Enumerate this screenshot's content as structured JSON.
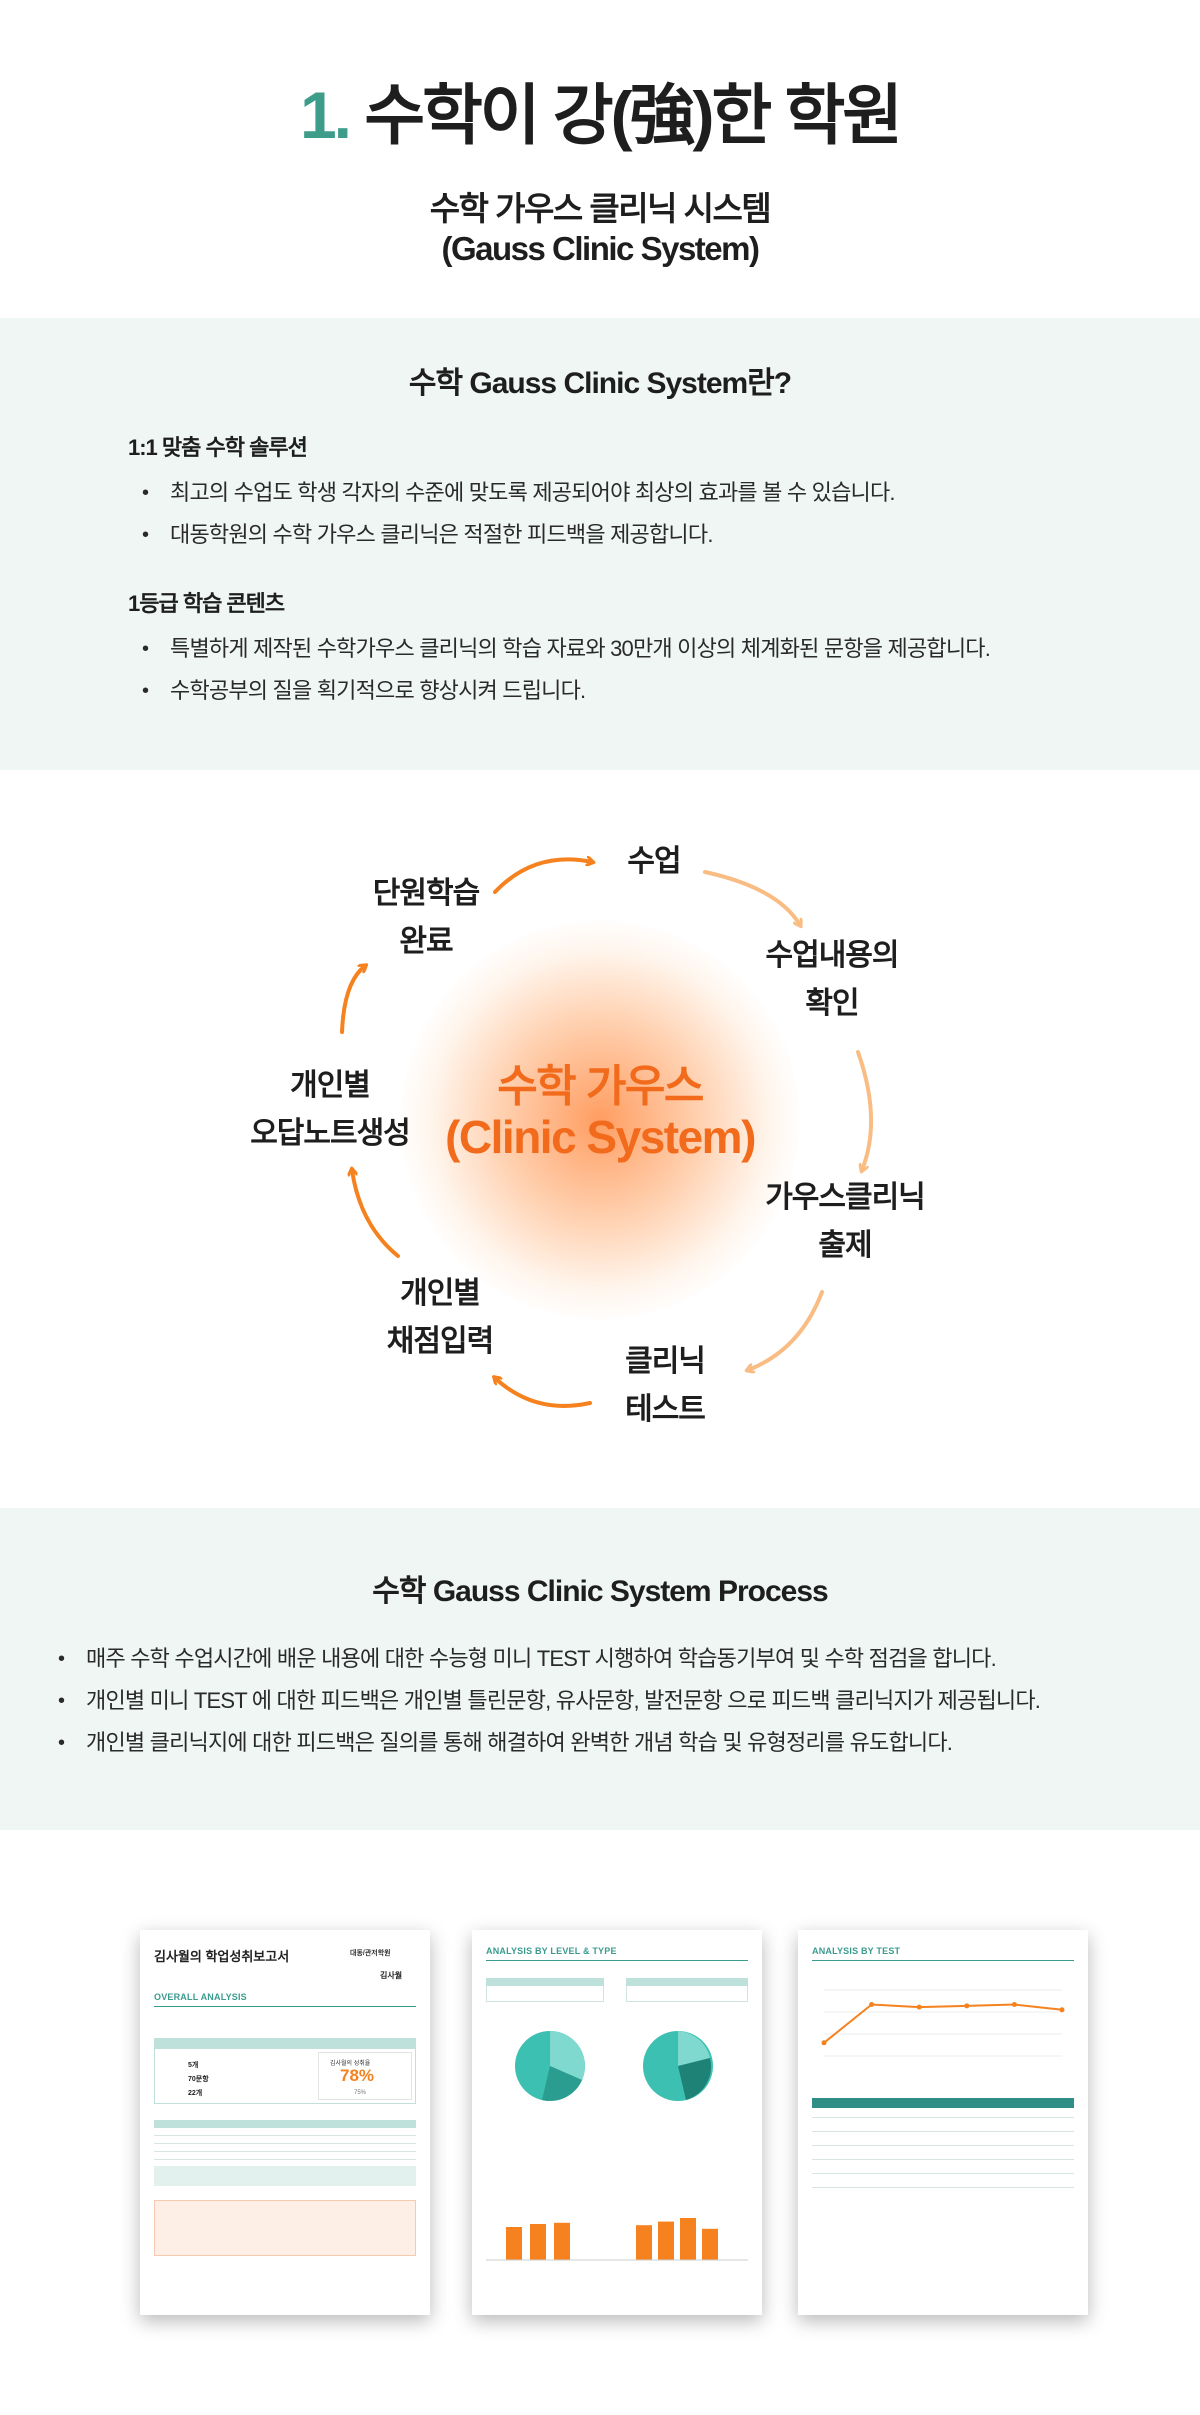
{
  "hero": {
    "number": "1.",
    "title": "수학이 강(強)한 학원",
    "subtitle_line1": "수학 가우스 클리닉 시스템",
    "subtitle_line2": "(Gauss Clinic System)",
    "accent_color": "#3e9d8a"
  },
  "intro": {
    "heading": "수학 Gauss Clinic System란?",
    "groups": [
      {
        "title": "1:1 맞춤 수학 솔루션",
        "items": [
          "최고의 수업도 학생 각자의 수준에 맞도록 제공되어야 최상의 효과를 볼 수 있습니다.",
          "대동학원의 수학 가우스 클리닉은 적절한 피드백을 제공합니다."
        ]
      },
      {
        "title": "1등급 학습 콘텐츠",
        "items": [
          "특별하게 제작된 수학가우스 클리닉의 학습 자료와 30만개 이상의 체계화된 문항을 제공합니다.",
          "수학공부의 질을 획기적으로 향상시켜 드립니다."
        ]
      }
    ]
  },
  "cycle": {
    "center_line1": "수학 가우스",
    "center_line2": "(Clinic System)",
    "accent_color": "#f26a1b",
    "steps": [
      {
        "line1": "수업",
        "line2": ""
      },
      {
        "line1": "수업내용의",
        "line2": "확인"
      },
      {
        "line1": "가우스클리닉",
        "line2": "출제"
      },
      {
        "line1": "클리닉",
        "line2": "테스트"
      },
      {
        "line1": "개인별",
        "line2": "채점입력"
      },
      {
        "line1": "개인별",
        "line2": "오답노트생성"
      },
      {
        "line1": "단원학습",
        "line2": "완료"
      }
    ]
  },
  "process": {
    "heading": "수학 Gauss Clinic System Process",
    "items": [
      "매주 수학 수업시간에 배운 내용에 대한 수능형 미니 TEST 시행하여 학습동기부여 및 수학 점검을 합니다.",
      "개인별 미니 TEST 에 대한 피드백은 개인별 틀린문항, 유사문항, 발전문항 으로 피드백 클리닉지가 제공됩니다.",
      "개인별 클리닉지에 대한 피드백은 질의를 통해 해결하여 완벽한 개념 학습 및 유형정리를 유도합니다."
    ]
  },
  "reports": {
    "report1": {
      "title": "김사월의 학업성취보고서",
      "academy": "대동/관저학원",
      "name": "김사월",
      "section": "OVERALL ANALYSIS",
      "score_label": "김사월의 성취율",
      "score": "78%",
      "avg": "75%",
      "count1": "5개",
      "count2": "70문항",
      "count3": "22개"
    },
    "report2": {
      "section": "ANALYSIS BY LEVEL & TYPE",
      "bar_values": [
        55,
        60,
        62,
        58,
        64,
        70,
        52
      ]
    },
    "report3": {
      "section": "ANALYSIS BY TEST",
      "line_values": [
        20,
        78,
        74,
        76,
        78,
        70
      ]
    },
    "highlight_color": "#f5821f",
    "teal_color": "#3a9b8f"
  }
}
